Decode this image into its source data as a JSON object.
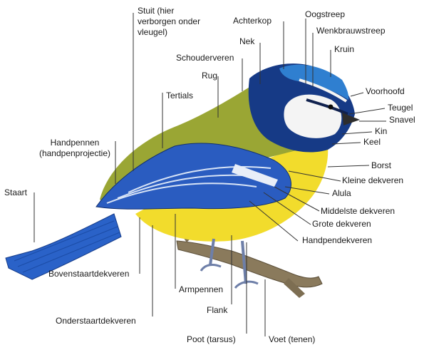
{
  "labels": {
    "stuit": "Stuit (hier verborgen onder vleugel)",
    "achterkop": "Achterkop",
    "oogstreep": "Oogstreep",
    "wenkbrauwstreep": "Wenkbrauwstreep",
    "nek": "Nek",
    "schouderveren": "Schouderveren",
    "kruin": "Kruin",
    "rug": "Rug",
    "voorhoofd": "Voorhoofd",
    "tertials": "Tertials",
    "teugel": "Teugel",
    "snavel": "Snavel",
    "kin": "Kin",
    "keel": "Keel",
    "handpennen": "Handpennen (handpenprojectie)",
    "borst": "Borst",
    "kleine_dekveren": "Kleine dekveren",
    "staart": "Staart",
    "alula": "Alula",
    "middelste_dekveren": "Middelste dekveren",
    "grote_dekveren": "Grote dekveren",
    "handpendekveren": "Handpendekveren",
    "bovenstaartdekveren": "Bovenstaartdekveren",
    "armpennen": "Armpennen",
    "flank": "Flank",
    "onderstaartdekveren": "Onderstaartdekveren",
    "poot": "Poot (tarsus)",
    "voet": "Voet (tenen)"
  },
  "colors": {
    "crown_blue": "#2f7fd0",
    "head_dark_blue": "#163a86",
    "cheek_white": "#f4f4f4",
    "back_green": "#9aa634",
    "belly_yellow": "#f2dc2c",
    "wing_blue": "#2a5cc0",
    "tail_blue": "#2a62c8",
    "branch_brown": "#8a7a5c",
    "leader_line": "#333333"
  }
}
